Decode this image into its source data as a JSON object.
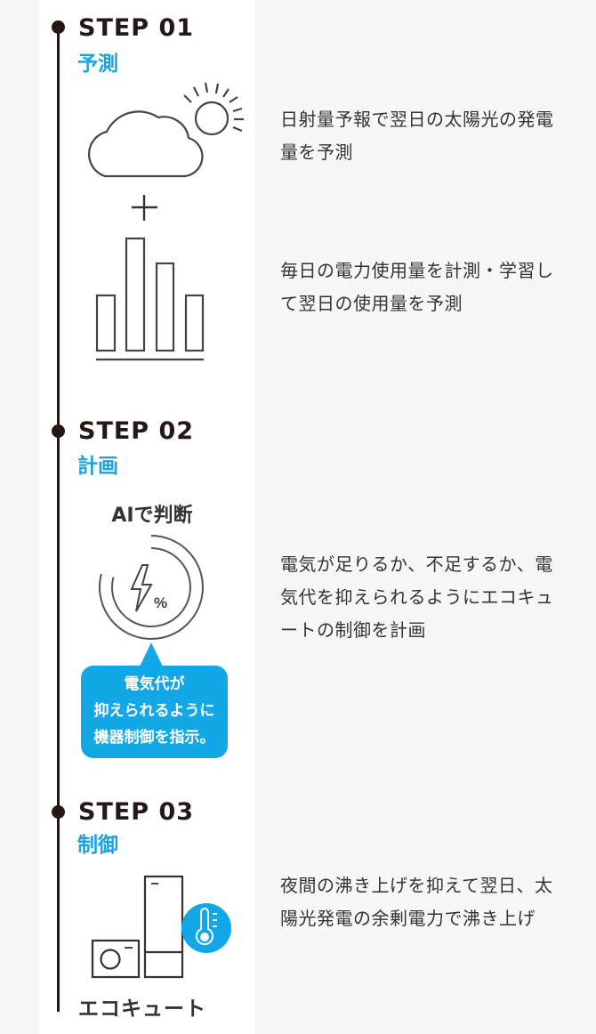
{
  "steps": [
    {
      "label": "STEP 01",
      "phase": "予測",
      "descriptions": [
        "日射量予報で翌日の太陽光の発電量を予測",
        "毎日の電力使用量を計測・学習して翌日の使用量を予測"
      ]
    },
    {
      "label": "STEP 02",
      "phase": "計画",
      "icon_title": "AIで判断",
      "percent": "%",
      "bubble": [
        "電気代が",
        "抑えられるように",
        "機器制御を指示。"
      ],
      "descriptions": [
        "電気が足りるか、不足するか、電気代を抑えられるようにエコキュートの制御を計画"
      ]
    },
    {
      "label": "STEP 03",
      "phase": "制御",
      "device": "エコキュート",
      "descriptions": [
        "夜間の沸き上げを抑えて翌日、太陽光発電の余剰電力で沸き上げ"
      ]
    }
  ],
  "colors": {
    "accent": "#1aa3e0",
    "bubble": "#12a8e8",
    "text": "#231815"
  }
}
